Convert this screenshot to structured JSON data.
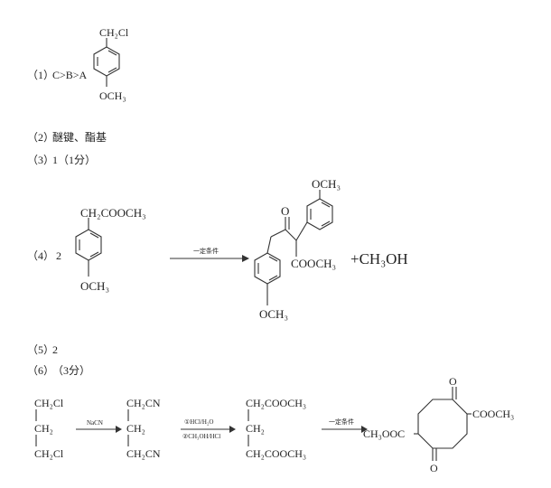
{
  "answers": {
    "q1": {
      "label": "（1）",
      "ordering": "C>B>A",
      "ch2cl": "CH₂Cl",
      "och3": "OCH₃"
    },
    "q2": {
      "label": "（2）",
      "text": "醚键、酯基"
    },
    "q3": {
      "label": "（3）",
      "text": "1（1分）"
    },
    "q4": {
      "label": "（4）",
      "coef": "2",
      "reactant_top": "CH₂COOCH₃",
      "reactant_bottom": "OCH₃",
      "condition": "一定条件",
      "prod_o": "O",
      "prod_top": "OCH₃",
      "prod_ester": "COOCH₃",
      "prod_bottom": "OCH₃",
      "byproduct": "+CH₃OH"
    },
    "q5": {
      "label": "（5）",
      "text": "2"
    },
    "q6": {
      "label": "（6）",
      "score": "（3分）",
      "s1": [
        "CH₂Cl",
        "CH₂",
        "CH₂Cl"
      ],
      "r1": "NaCN",
      "s2": [
        "CH₂CN",
        "CH₂",
        "CH₂CN"
      ],
      "r2a": "①HCl/H₂O",
      "r2b": "②CH₃OH/HCl",
      "s3": [
        "CH₂COOCH₃",
        "CH₂",
        "CH₂COOCH₃"
      ],
      "r3": "一定条件",
      "p_o_top": "O",
      "p_ester_right": "COOCH₃",
      "p_ester_left": "CH₃OOC",
      "p_o_bottom": "O"
    }
  }
}
